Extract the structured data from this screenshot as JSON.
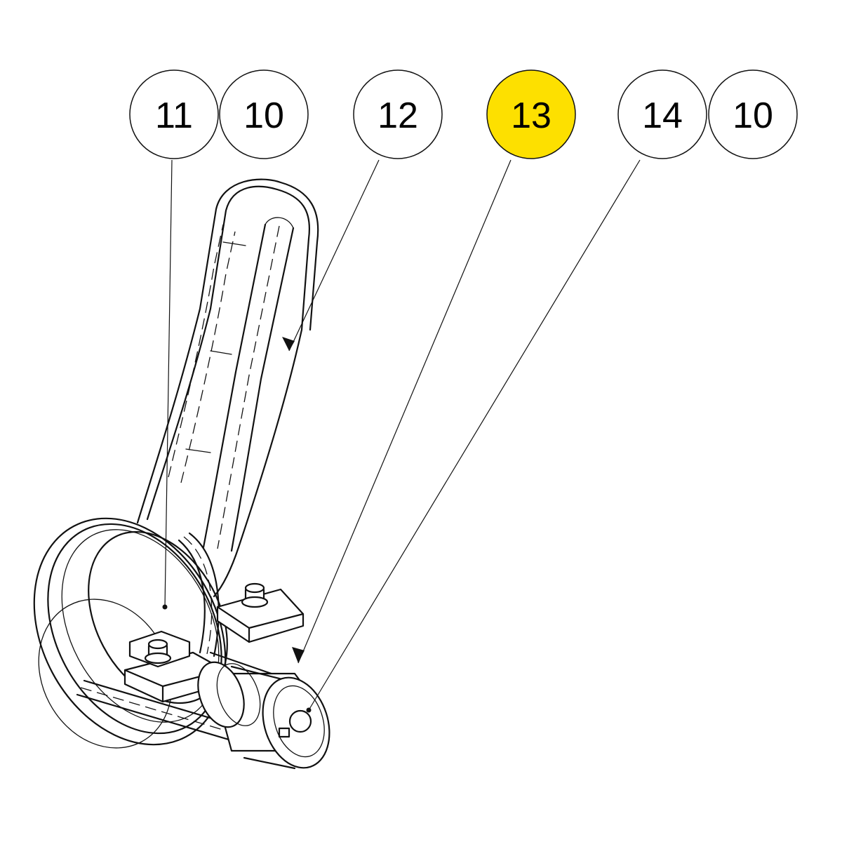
{
  "callouts": [
    {
      "id": "c11a",
      "label": "11",
      "highlight": false
    },
    {
      "id": "c10a",
      "label": "10",
      "highlight": false
    },
    {
      "id": "c12",
      "label": "12",
      "highlight": false
    },
    {
      "id": "c13",
      "label": "13",
      "highlight": true
    },
    {
      "id": "c14",
      "label": "14",
      "highlight": false
    },
    {
      "id": "c10b",
      "label": "10",
      "highlight": false
    }
  ],
  "colors": {
    "highlight": "#fde000",
    "circle_fill": "#ffffff",
    "ink": "#111111"
  }
}
